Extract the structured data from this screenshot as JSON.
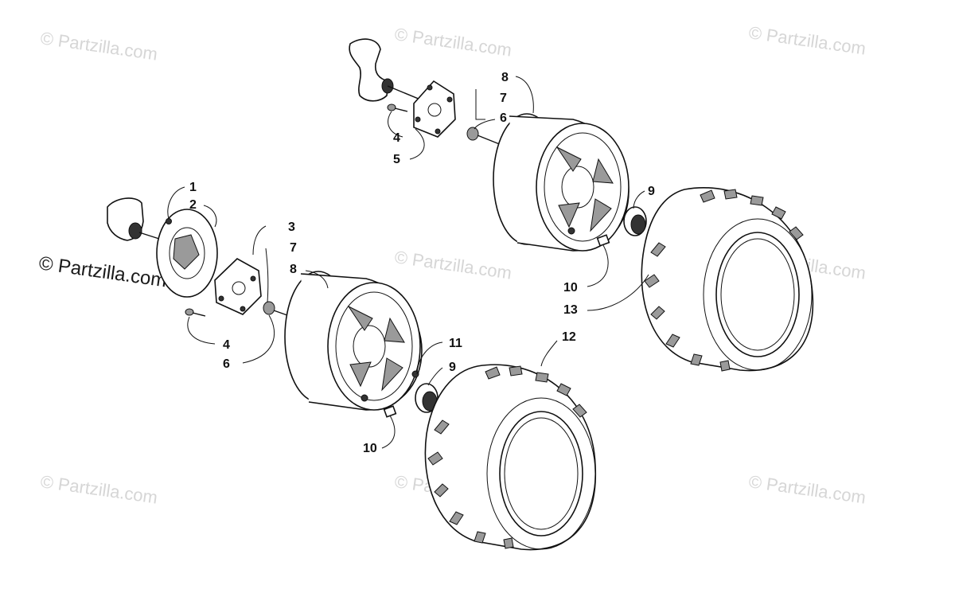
{
  "watermarks": {
    "faint": "© Partzilla.com",
    "main": "© Partzilla.com"
  },
  "callouts": {
    "c1": "1",
    "c2": "2",
    "c3": "3",
    "c4_upper": "4",
    "c5": "5",
    "c6_upper": "6",
    "c7_upper": "7",
    "c8_upper": "8",
    "c9_upper": "9",
    "c7_lower": "7",
    "c8_lower": "8",
    "c4_lower": "4",
    "c6_lower": "6",
    "c9_lower": "9",
    "c10_upper": "10",
    "c10_lower": "10",
    "c11": "11",
    "c12": "12",
    "c13": "13"
  }
}
